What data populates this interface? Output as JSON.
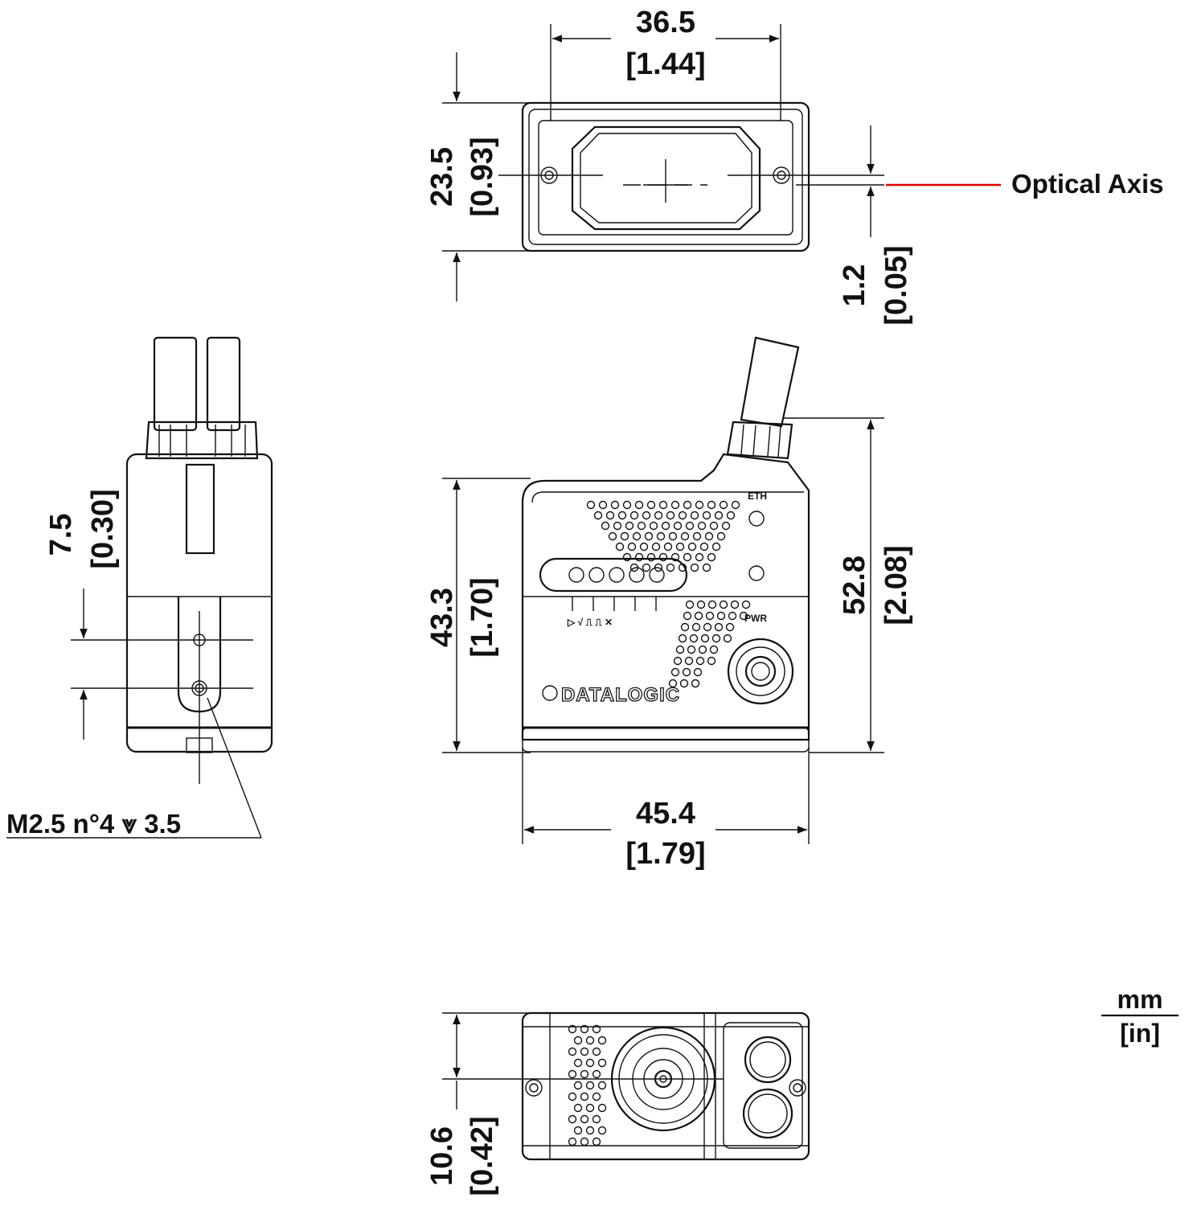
{
  "dimensions": {
    "top_width": {
      "mm": "36.5",
      "in": "[1.44]"
    },
    "top_height": {
      "mm": "23.5",
      "in": "[0.93]"
    },
    "optical_offset": {
      "mm": "1.2",
      "in": "[0.05]"
    },
    "front_height": {
      "mm": "43.3",
      "in": "[1.70]"
    },
    "overall_height": {
      "mm": "52.8",
      "in": "[2.08]"
    },
    "front_width": {
      "mm": "45.4",
      "in": "[1.79]"
    },
    "hole_spacing": {
      "mm": "7.5",
      "in": "[0.30]"
    },
    "bottom_offset": {
      "mm": "10.6",
      "in": "[0.42]"
    }
  },
  "labels": {
    "optical_axis": "Optical Axis",
    "thread_spec": "M2.5 n°4 ⩔ 3.5",
    "eth": "ETH",
    "pwr": "PWR",
    "brand": "DATALOGIC",
    "unit_mm": "mm",
    "unit_in": "[in]"
  },
  "colors": {
    "line": "#111111",
    "optical_axis_line": "#dd0000",
    "background": "#ffffff"
  }
}
